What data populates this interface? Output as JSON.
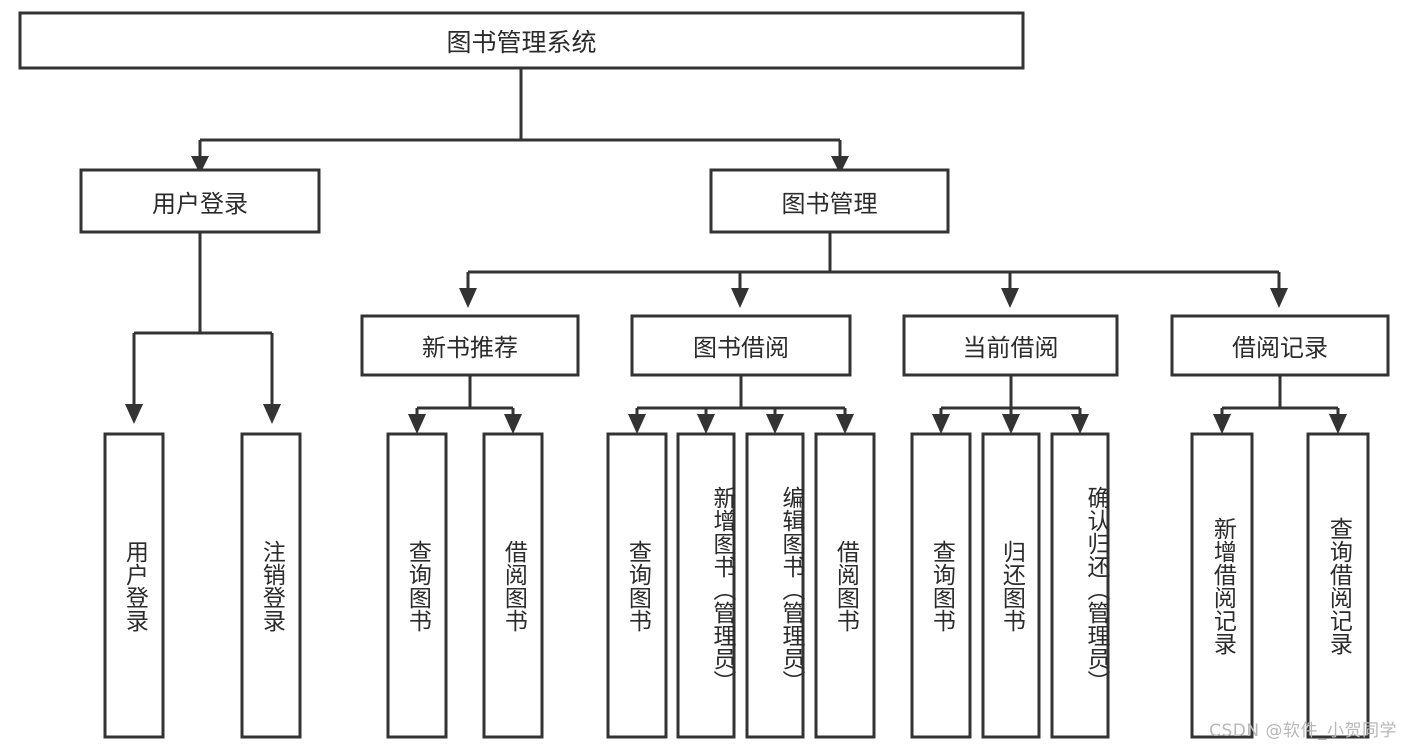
{
  "diagram": {
    "title": "图书管理系统",
    "type": "tree",
    "watermark": "CSDN @软件_小贺同学",
    "colors": {
      "stroke": "#333333",
      "fill": "#ffffff",
      "text": "#2b2b2b",
      "watermark": "#b8b8b8",
      "background": "#ffffff"
    },
    "nodes": {
      "root": {
        "label": "图书管理系统",
        "level": 0,
        "orientation": "horizontal"
      },
      "l1": [
        {
          "id": "user-login",
          "label": "用户登录",
          "orientation": "horizontal"
        },
        {
          "id": "book-management",
          "label": "图书管理",
          "orientation": "horizontal"
        }
      ],
      "l2": [
        {
          "id": "new-book-recommend",
          "label": "新书推荐",
          "orientation": "horizontal",
          "parent": "book-management"
        },
        {
          "id": "book-borrow",
          "label": "图书借阅",
          "orientation": "horizontal",
          "parent": "book-management"
        },
        {
          "id": "current-borrow",
          "label": "当前借阅",
          "orientation": "horizontal",
          "parent": "book-management"
        },
        {
          "id": "borrow-record",
          "label": "借阅记录",
          "orientation": "horizontal",
          "parent": "book-management"
        }
      ],
      "leaves": [
        {
          "id": "leaf-user-login",
          "label": "用户登录",
          "parent": "user-login",
          "orientation": "vertical"
        },
        {
          "id": "leaf-user-logout",
          "label": "注销登录",
          "parent": "user-login",
          "orientation": "vertical"
        },
        {
          "id": "leaf-query-book-1",
          "label": "查询图书",
          "parent": "new-book-recommend",
          "orientation": "vertical"
        },
        {
          "id": "leaf-borrow-book-1",
          "label": "借阅图书",
          "parent": "new-book-recommend",
          "orientation": "vertical"
        },
        {
          "id": "leaf-query-book-2",
          "label": "查询图书",
          "parent": "book-borrow",
          "orientation": "vertical"
        },
        {
          "id": "leaf-add-book",
          "label": "新增图书（管理员）",
          "parent": "book-borrow",
          "orientation": "vertical"
        },
        {
          "id": "leaf-edit-book",
          "label": "编辑图书（管理员）",
          "parent": "book-borrow",
          "orientation": "vertical"
        },
        {
          "id": "leaf-borrow-book-2",
          "label": "借阅图书",
          "parent": "book-borrow",
          "orientation": "vertical"
        },
        {
          "id": "leaf-query-book-3",
          "label": "查询图书",
          "parent": "current-borrow",
          "orientation": "vertical"
        },
        {
          "id": "leaf-return-book",
          "label": "归还图书",
          "parent": "current-borrow",
          "orientation": "vertical"
        },
        {
          "id": "leaf-confirm-return",
          "label": "确认归还（管理员）",
          "parent": "current-borrow",
          "orientation": "vertical"
        },
        {
          "id": "leaf-add-record",
          "label": "新增借阅记录",
          "parent": "borrow-record",
          "orientation": "vertical"
        },
        {
          "id": "leaf-query-record",
          "label": "查询借阅记录",
          "parent": "borrow-record",
          "orientation": "vertical"
        }
      ]
    }
  }
}
